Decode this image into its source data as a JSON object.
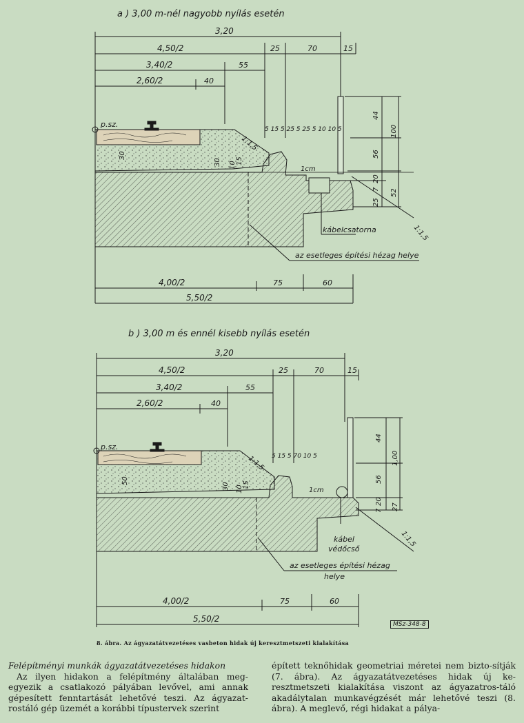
{
  "figure": {
    "panel_a": {
      "title": "a ) 3,00 m-nél nagyobb nyílás esetén",
      "dim_top": [
        "3,20",
        "4,50/2",
        "25",
        "70",
        "15",
        "3,40/2",
        "55",
        "2,60/2",
        "40"
      ],
      "dim_right": [
        "44",
        "100",
        "56",
        "20",
        "7",
        "52",
        "25",
        "1:1,5"
      ],
      "detail_dims": "5 15 5 25 5 25 5 10 10 5",
      "section_dims": [
        "30",
        "30",
        "10",
        "15"
      ],
      "slope": "1:1,5",
      "label_psz": "p.sz.",
      "label_1cm": "1cm",
      "label_kabel": "kábelcsatorna",
      "label_hezag": "az esetleges építési hézag helye",
      "dim_bottom": [
        "4,00/2",
        "75",
        "60",
        "5,50/2"
      ]
    },
    "panel_b": {
      "title": "b ) 3,00 m és ennél kisebb nyílás esetén",
      "dim_top": [
        "3,20",
        "4,50/2",
        "25",
        "70",
        "15",
        "3,40/2",
        "55",
        "2,60/2",
        "40"
      ],
      "dim_right": [
        "44",
        "1,00",
        "56",
        "20",
        "7",
        "27",
        "1:1,5"
      ],
      "detail_dims": "5 15 5 70 10 5",
      "section_dims": [
        "50",
        "30",
        "10",
        "15"
      ],
      "slope": "1:1,5",
      "label_psz": "p.sz.",
      "label_1cm": "1cm",
      "label_kabel_1": "kábel",
      "label_kabel_2": "védőcső",
      "label_hezag_1": "az esetleges építési hézag",
      "label_hezag_2": "helye",
      "dim_bottom": [
        "4,00/2",
        "75",
        "60",
        "5,50/2"
      ]
    },
    "stamp": "MSz-348-8",
    "caption": "8. ábra. Az ágyazatátvezetéses vasbeton hidak új keresztmetszeti kialakítása"
  },
  "text": {
    "heading": "Felépítményi munkák ágyazatátvezetéses hidakon",
    "left_body": "Az ilyen hidakon a felépítmény általában meg-egyezik a csatlakozó pályában levővel, ami annak gépesített fenntartását lehetővé teszi. Az ágyazat-rostáló gép üzemét a korábbi típustervek szerint",
    "right_body": "épített teknőhidak geometriai méretei nem bizto-sítják (7. ábra). Az ágyazatátvezetéses hidak új ke-resztmetszeti kialakítása viszont az ágyazatros-táló akadálytalan munkavégzését már lehetővé teszi (8. ábra). A meglevő, régi hidakat a pálya-"
  }
}
